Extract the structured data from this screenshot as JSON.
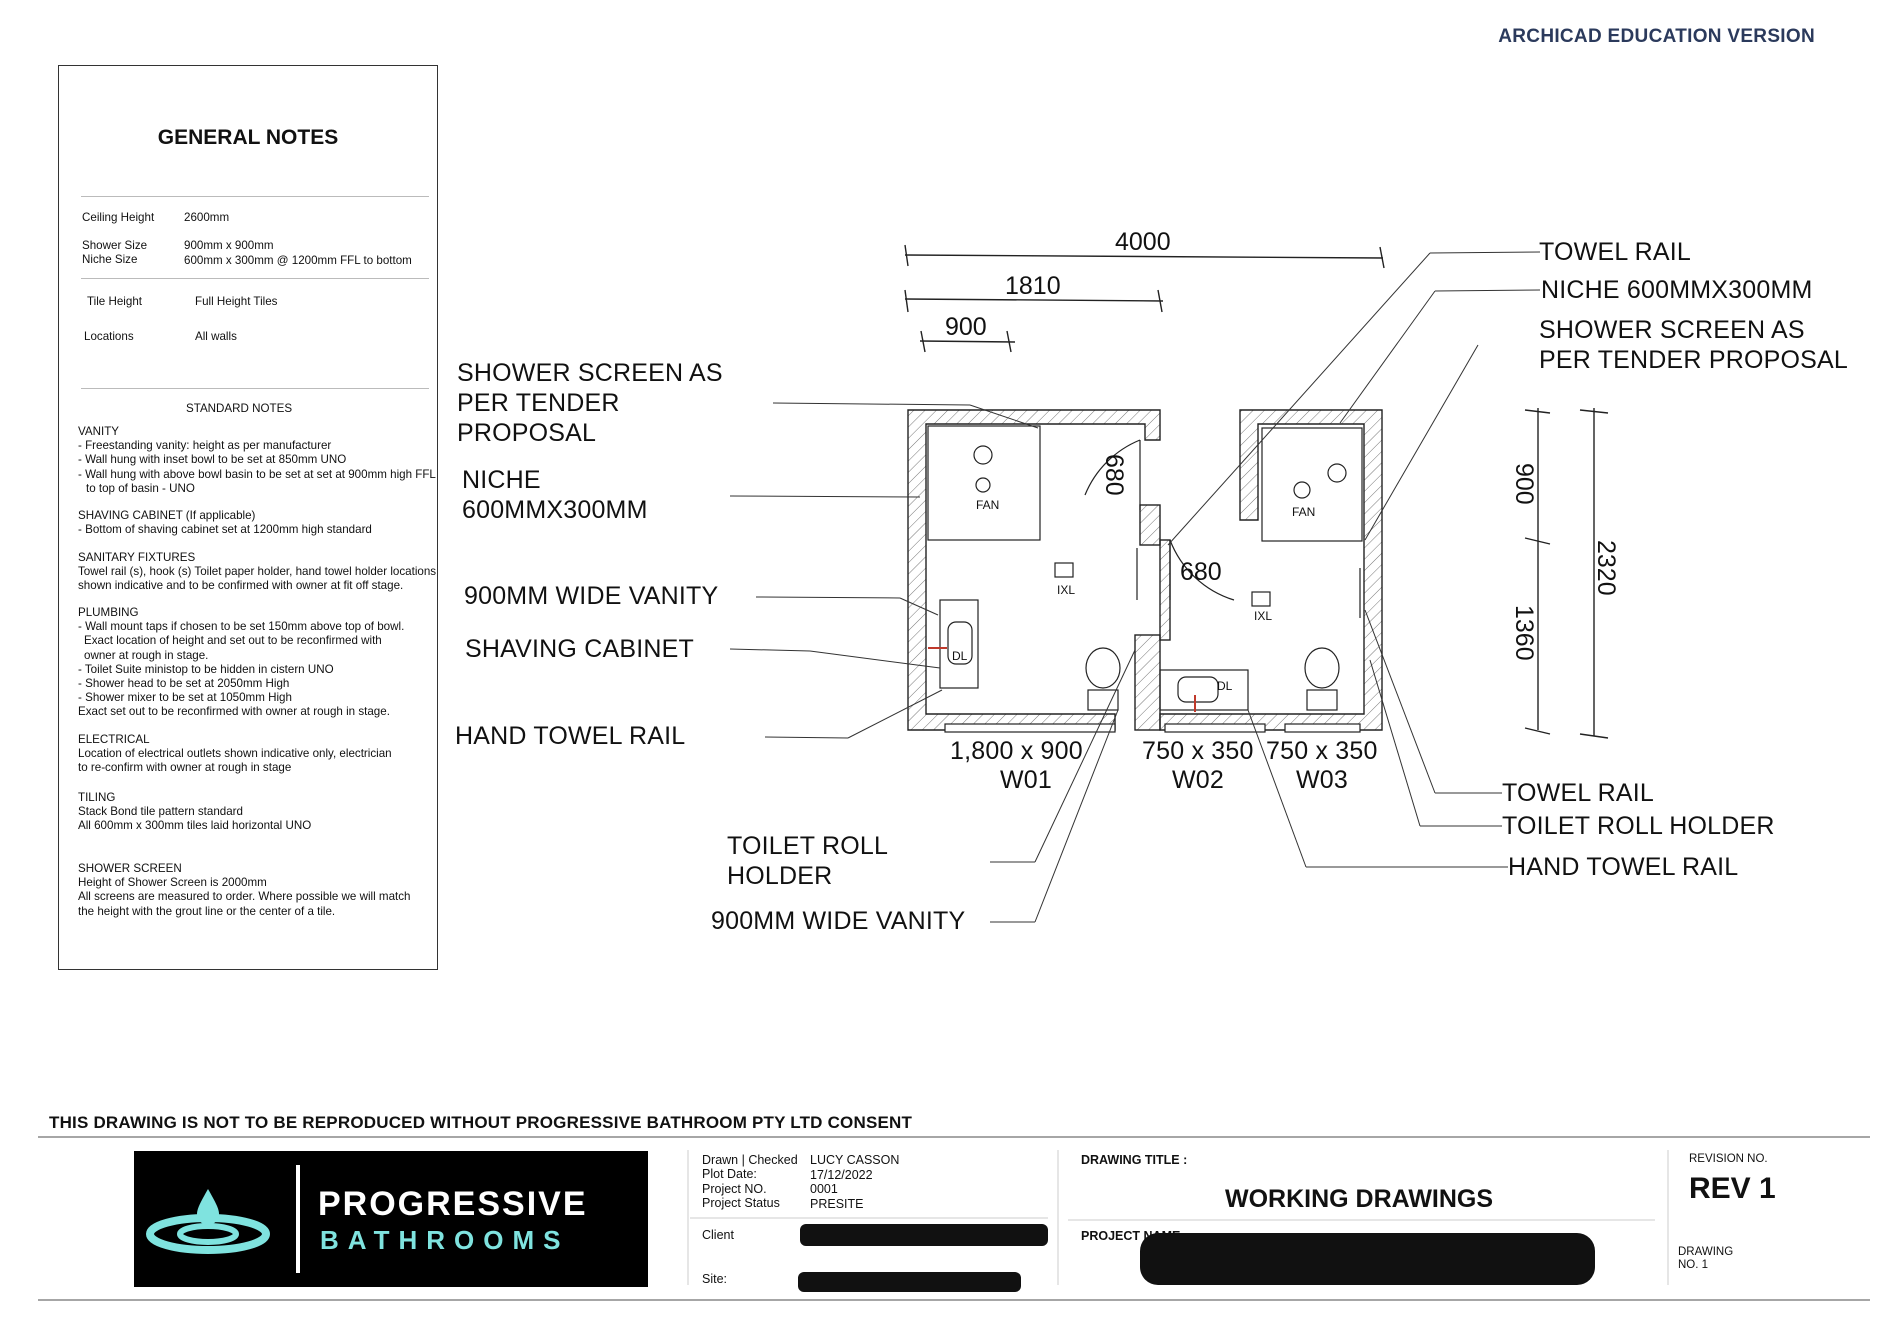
{
  "header": {
    "edition": "ARCHICAD EDUCATION VERSION"
  },
  "general_notes": {
    "title": "GENERAL NOTES",
    "rows": [
      {
        "label": "Ceiling Height",
        "value": "2600mm"
      },
      {
        "label": "Shower Size",
        "value": "900mm x 900mm"
      },
      {
        "label": "Niche Size",
        "value": "600mm x 300mm @ 1200mm FFL to bottom"
      },
      {
        "label": "Tile Height",
        "value": "Full Height Tiles"
      },
      {
        "label": "Locations",
        "value": "All walls"
      }
    ],
    "standard_title": "STANDARD NOTES",
    "sections": [
      {
        "heading": "VANITY",
        "lines": [
          "- Freestanding vanity: height as per manufacturer",
          "- Wall hung with inset bowl to be set at 850mm UNO",
          "- Wall hung with above bowl basin to be set at set at 900mm high FFL",
          "   to top of basin - UNO"
        ]
      },
      {
        "heading": "SHAVING CABINET (If applicable)",
        "lines": [
          " - Bottom of shaving cabinet set at 1200mm high standard"
        ]
      },
      {
        "heading": "SANITARY FIXTURES",
        "lines": [
          "Towel rail (s), hook (s) Toilet paper holder, hand towel holder locations",
          "shown indicative and to be confirmed with owner at fit off stage."
        ]
      },
      {
        "heading": "PLUMBING",
        "lines": [
          "- Wall mount taps if chosen to be set 150mm above top of bowl.",
          "  Exact location of height and set out to be reconfirmed with",
          "  owner at rough in stage.",
          "- Toilet Suite ministop to be hidden in cistern UNO",
          "- Shower head to be set at 2050mm High",
          "- Shower mixer to be set at 1050mm High",
          "Exact set out to be reconfirmed with owner at rough in stage."
        ]
      },
      {
        "heading": "ELECTRICAL",
        "lines": [
          "Location of electrical outlets shown indicative only, electrician",
          "to re-confirm with owner at rough in stage"
        ]
      },
      {
        "heading": "TILING",
        "lines": [
          "Stack Bond tile pattern standard",
          "All 600mm x 300mm tiles laid horizontal UNO"
        ]
      },
      {
        "heading": "SHOWER SCREEN",
        "lines": [
          "Height of Shower Screen is 2000mm",
          "All screens are measured to order. Where possible we will match",
          "the height with the grout line or the center of a tile."
        ]
      }
    ]
  },
  "plan": {
    "dimensions": {
      "overall": "4000",
      "d1810": "1810",
      "d900": "900",
      "v900": "900",
      "v1360": "1360",
      "v2320": "2320",
      "door1": "680",
      "door2": "680"
    },
    "fixtures": {
      "fan": "FAN",
      "ixl": "IXL",
      "dl": "DL"
    },
    "windows": [
      {
        "size": "1,800 x 900",
        "code": "W01"
      },
      {
        "size": "750 x 350",
        "code": "W02"
      },
      {
        "size": "750 x 350",
        "code": "W03"
      }
    ],
    "callouts_left": {
      "shower_screen": [
        "SHOWER SCREEN AS",
        "PER TENDER",
        "PROPOSAL"
      ],
      "niche": [
        "NICHE",
        "600MMX300MM"
      ],
      "vanity": "900MM WIDE VANITY",
      "shaving": "SHAVING CABINET",
      "hand_towel": "HAND TOWEL RAIL",
      "toilet_roll": [
        "TOILET ROLL",
        "HOLDER"
      ],
      "vanity2": "900MM WIDE VANITY"
    },
    "callouts_right": {
      "towel_rail": "TOWEL RAIL",
      "niche": "NICHE 600MMX300MM",
      "shower_screen": [
        "SHOWER SCREEN AS",
        "PER TENDER PROPOSAL"
      ],
      "towel_rail2": "TOWEL RAIL",
      "toilet_roll": "TOILET ROLL HOLDER",
      "hand_towel": "HAND TOWEL RAIL"
    }
  },
  "footer": {
    "disclaimer": "THIS DRAWING IS NOT TO BE REPRODUCED WITHOUT PROGRESSIVE BATHROOM PTY LTD CONSENT",
    "logo": {
      "line1": "PROGRESSIVE",
      "line2": "BATHROOMS"
    },
    "info": [
      {
        "label": "Drawn | Checked",
        "value": "LUCY CASSON"
      },
      {
        "label": "Plot Date:",
        "value": "17/12/2022"
      },
      {
        "label": "Project NO.",
        "value": "0001"
      },
      {
        "label": "Project Status",
        "value": "PRESITE"
      }
    ],
    "client_label": "Client",
    "site_label": "Site:",
    "drawing_title_label": "DRAWING TITLE :",
    "drawing_title": "WORKING DRAWINGS",
    "project_name_label": "PROJECT NAME :",
    "revision_label": "REVISION NO.",
    "revision": "REV 1",
    "drawing_no": [
      "DRAWING",
      "NO. 1"
    ]
  },
  "colors": {
    "logo_bg": "#000000",
    "logo_accent": "#7fe3df",
    "edition_text": "#2b3a5c"
  }
}
